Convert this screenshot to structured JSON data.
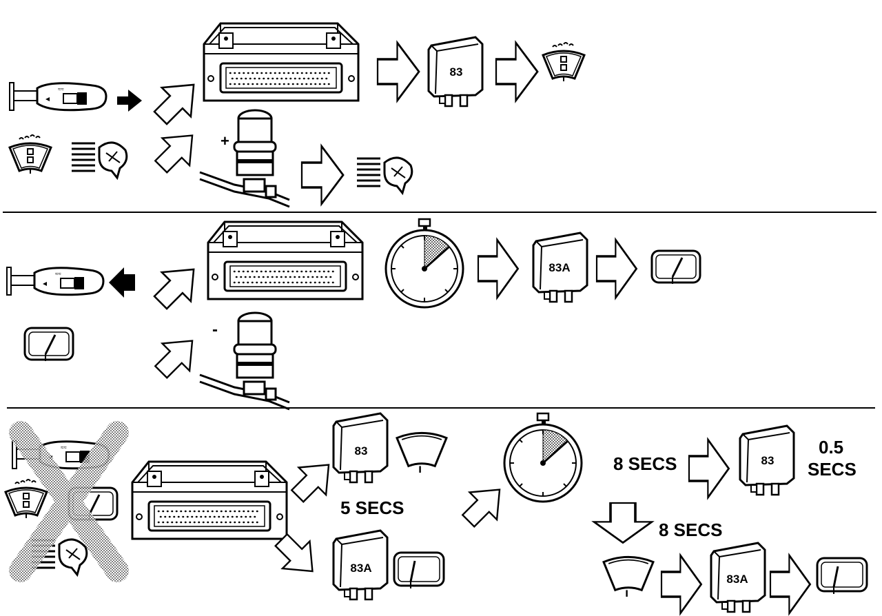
{
  "relays": {
    "r83_a": "83",
    "r83a_a": "83A",
    "r83_b": "83",
    "r83a_b": "83A",
    "r83_c": "83",
    "r83a_c": "83A"
  },
  "labels": {
    "plus": "+",
    "minus": "-",
    "five_secs": "5 SECS",
    "eight_secs_a": "8 SECS",
    "eight_secs_b": "8 SECS",
    "half": "0.5",
    "secs": "SECS"
  },
  "colors": {
    "ink": "#000000",
    "paper": "#ffffff",
    "shade": "#888888"
  }
}
